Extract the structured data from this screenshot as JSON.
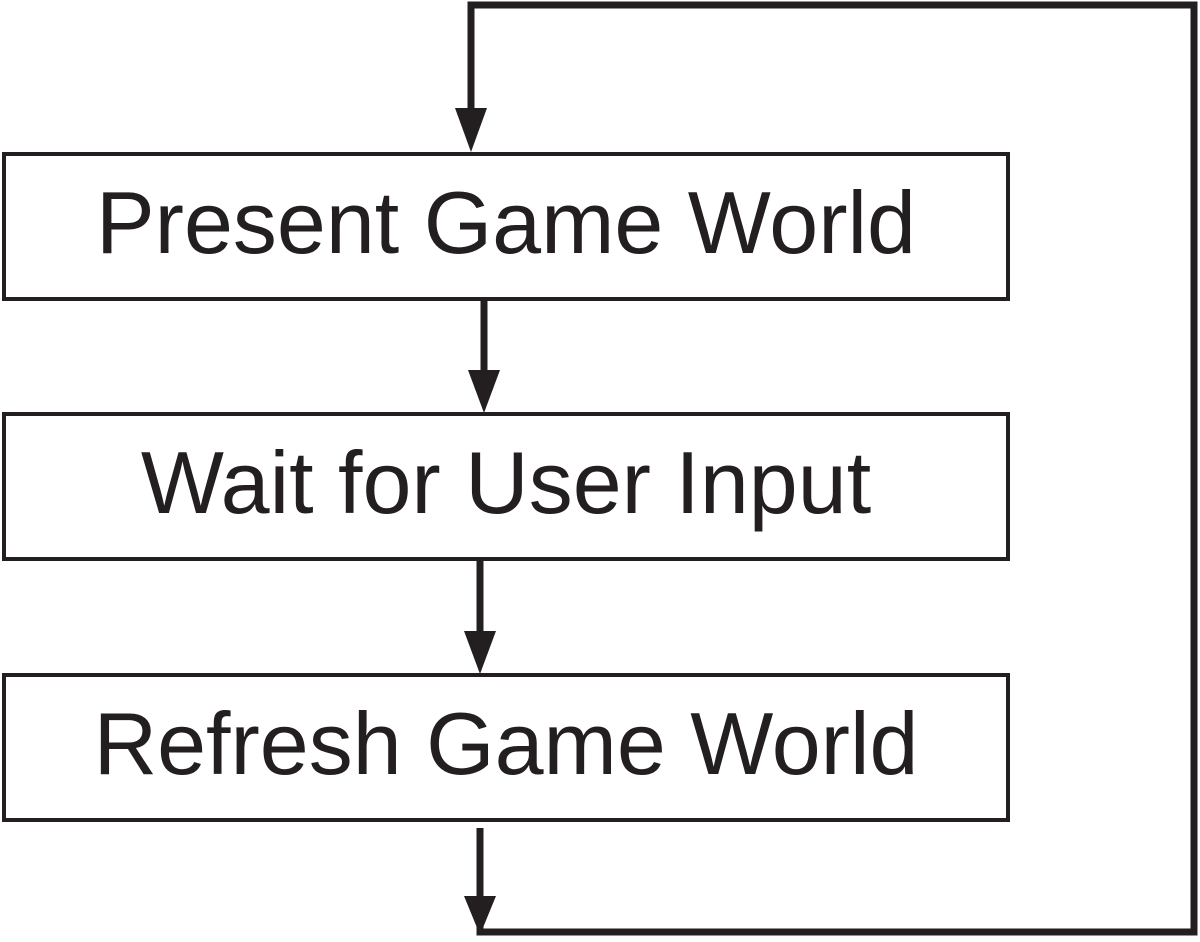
{
  "diagram": {
    "type": "flowchart-loop",
    "steps": [
      {
        "id": "present",
        "label": "Present Game World"
      },
      {
        "id": "wait",
        "label": "Wait for User Input"
      },
      {
        "id": "refresh",
        "label": "Refresh Game World"
      }
    ],
    "edges": [
      {
        "from": "present",
        "to": "wait"
      },
      {
        "from": "wait",
        "to": "refresh"
      },
      {
        "from": "refresh",
        "to": "present",
        "route": "loop-back-right"
      }
    ],
    "colors": {
      "stroke": "#231f20",
      "text": "#231f20",
      "background": "#ffffff"
    }
  }
}
